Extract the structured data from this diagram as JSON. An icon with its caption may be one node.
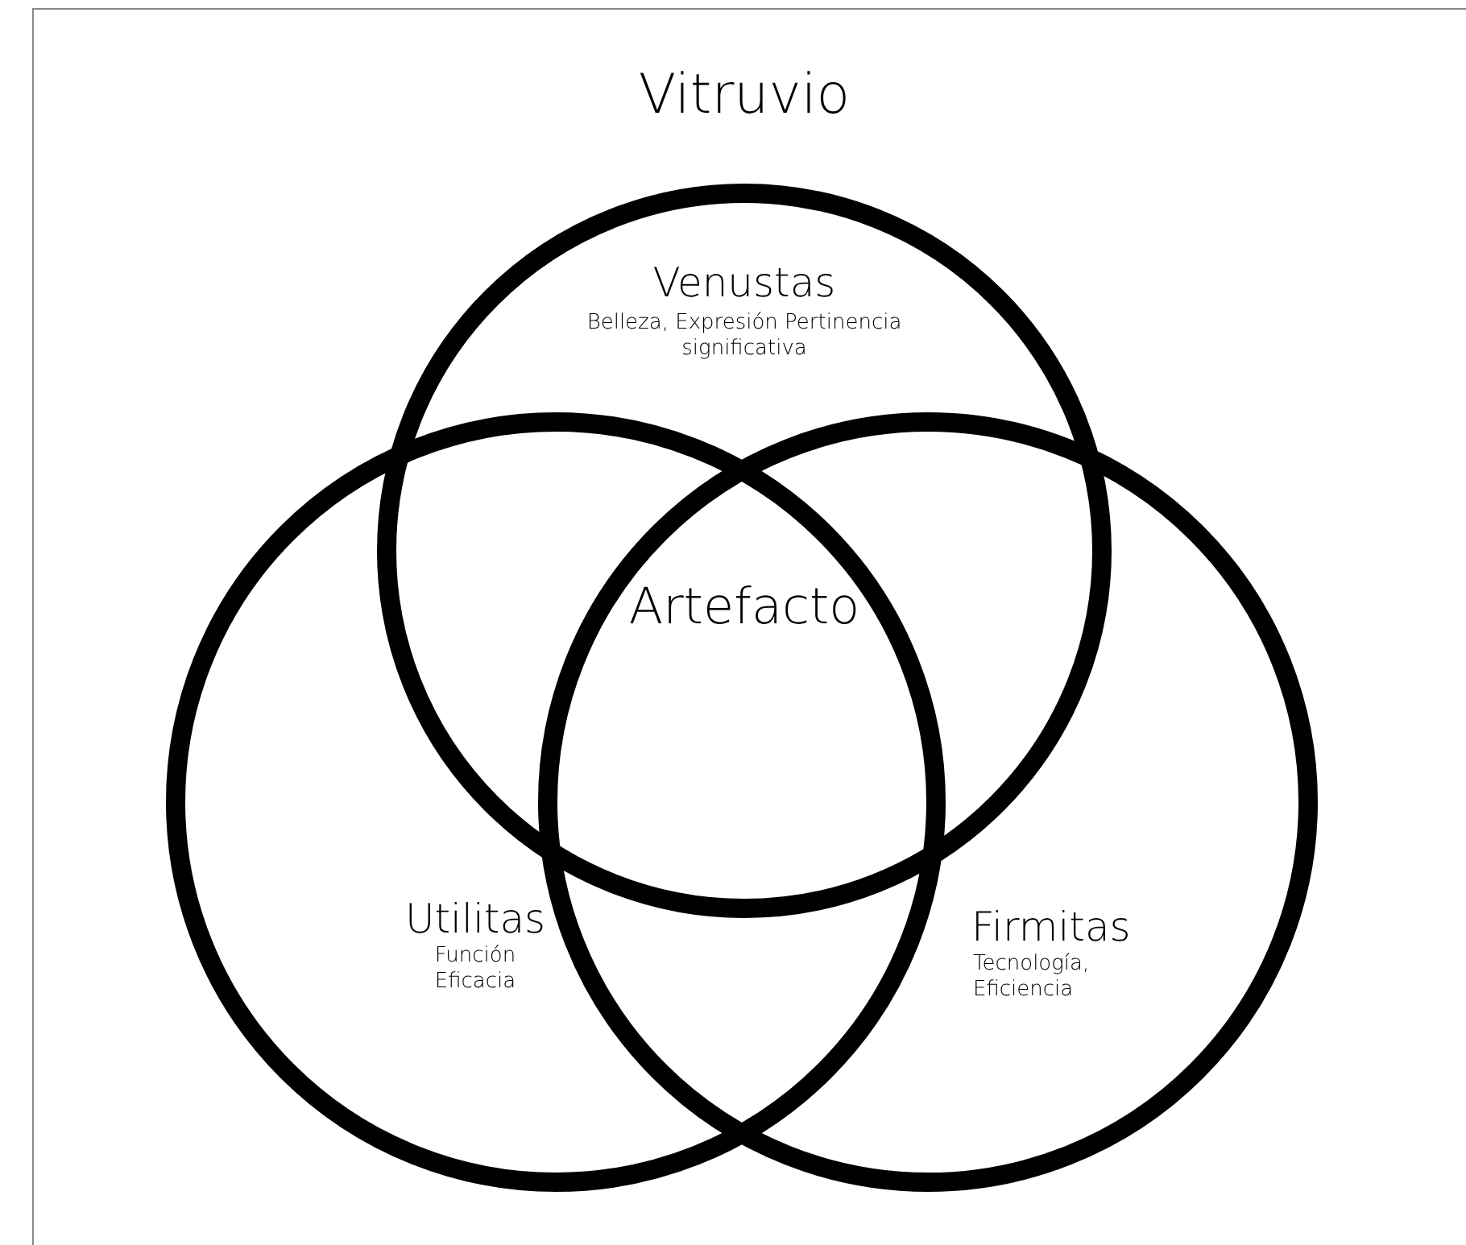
{
  "diagram": {
    "title": "Vitruvio",
    "nodes": [
      {
        "text": [
          "Venustas",
          "Belleza, Expresión Pertinencia significativa"
        ]
      },
      {
        "text": [
          "Utilitas",
          "Función Eficacia"
        ]
      },
      {
        "text": [
          "Firmitas",
          "Tecnología, Eficiencia"
        ]
      }
    ],
    "labels": [
      "Artefacto"
    ]
  }
}
